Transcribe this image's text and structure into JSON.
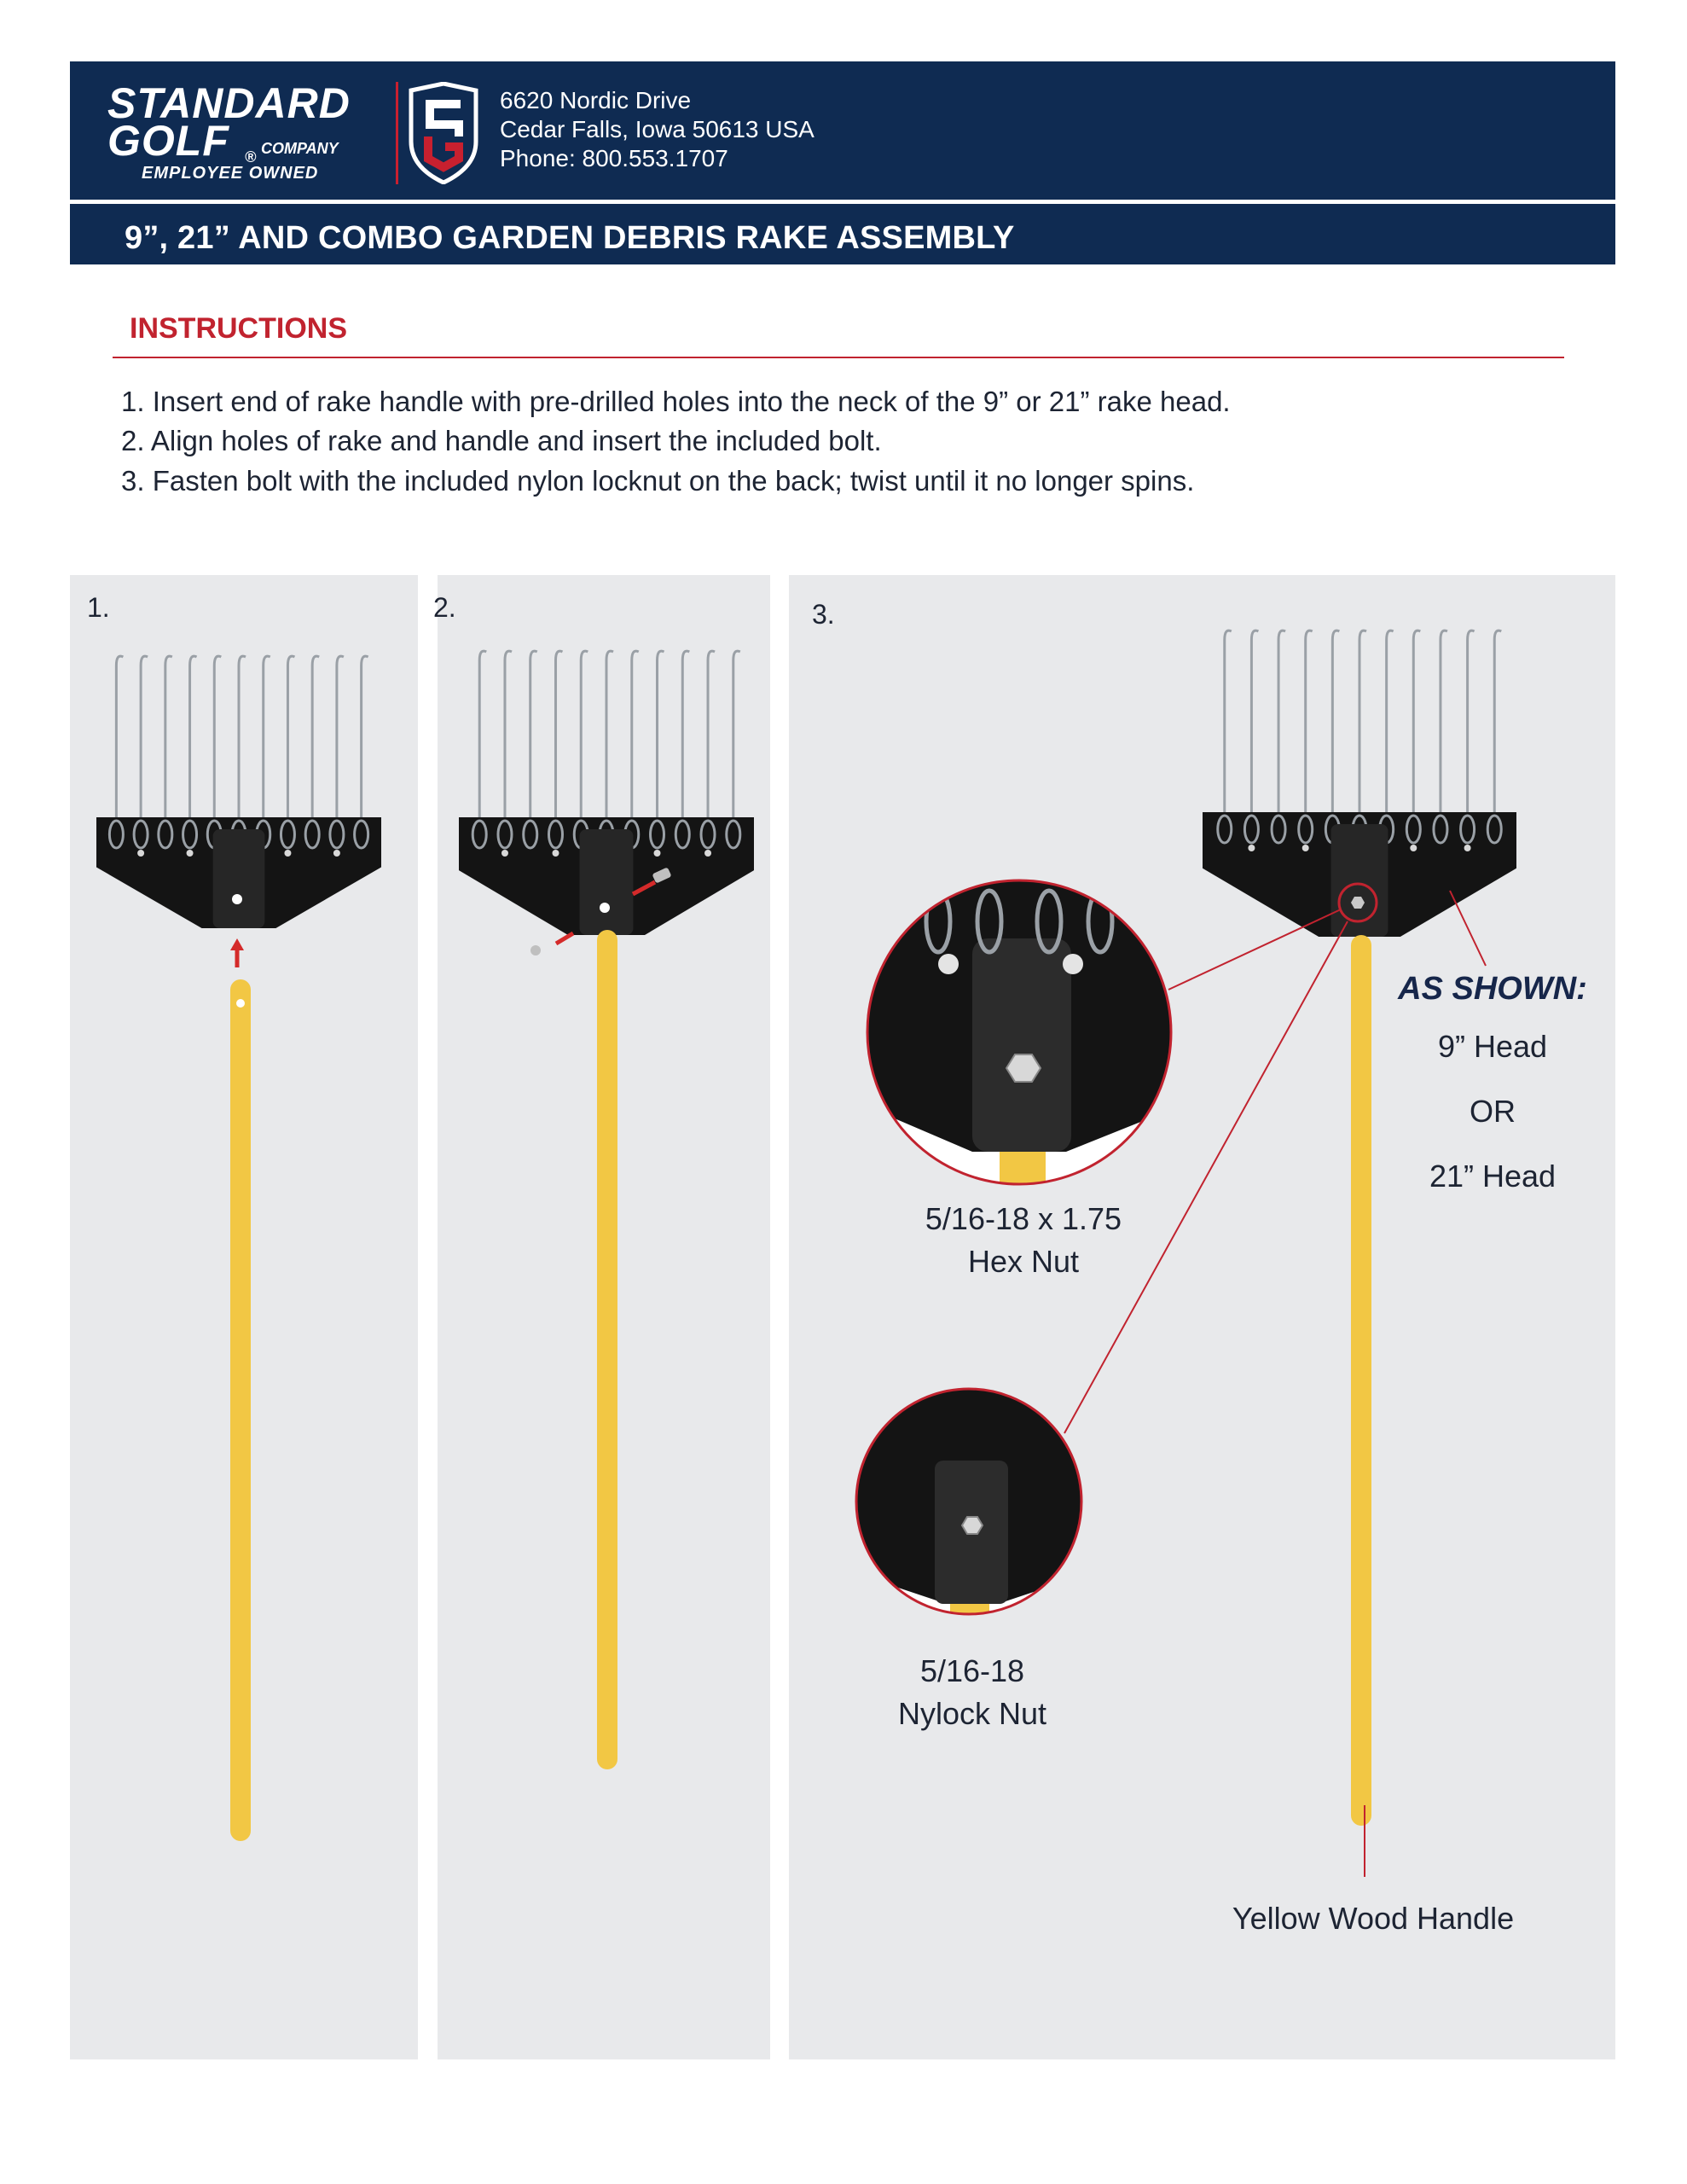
{
  "header": {
    "brand_line1": "STANDARD",
    "brand_line2": "GOLF",
    "brand_registered": "®",
    "brand_company": "COMPANY",
    "brand_tagline": "EMPLOYEE OWNED",
    "address_line1": "6620 Nordic Drive",
    "address_line2": "Cedar Falls, Iowa 50613 USA",
    "phone": "Phone: 800.553.1707",
    "doc_title": "9”, 21” AND COMBO GARDEN DEBRIS RAKE ASSEMBLY"
  },
  "instructions": {
    "heading": "INSTRUCTIONS",
    "steps": [
      "1. Insert end of rake handle with pre-drilled holes into the neck of the 9” or 21” rake head.",
      "2. Align holes of rake and handle and insert the included bolt.",
      "3. Fasten bolt with the included nylon locknut on the back; twist until it no longer spins."
    ]
  },
  "panels": {
    "p1_number": "1.",
    "p2_number": "2.",
    "p3_number": "3."
  },
  "callouts": {
    "hex_line1": "5/16-18 x 1.75",
    "hex_line2": "Hex Nut",
    "nylock_line1": "5/16-18",
    "nylock_line2": "Nylock Nut",
    "as_shown": "AS SHOWN:",
    "head_9": "9” Head",
    "or": "OR",
    "head_21": "21” Head",
    "handle": "Yellow Wood Handle"
  },
  "colors": {
    "navy": "#0f2b52",
    "red": "#c1232f",
    "panel_bg": "#e8e9eb",
    "handle_yellow": "#f2c744",
    "rake_black": "#141414",
    "tine_grey": "#9aa0a6"
  }
}
